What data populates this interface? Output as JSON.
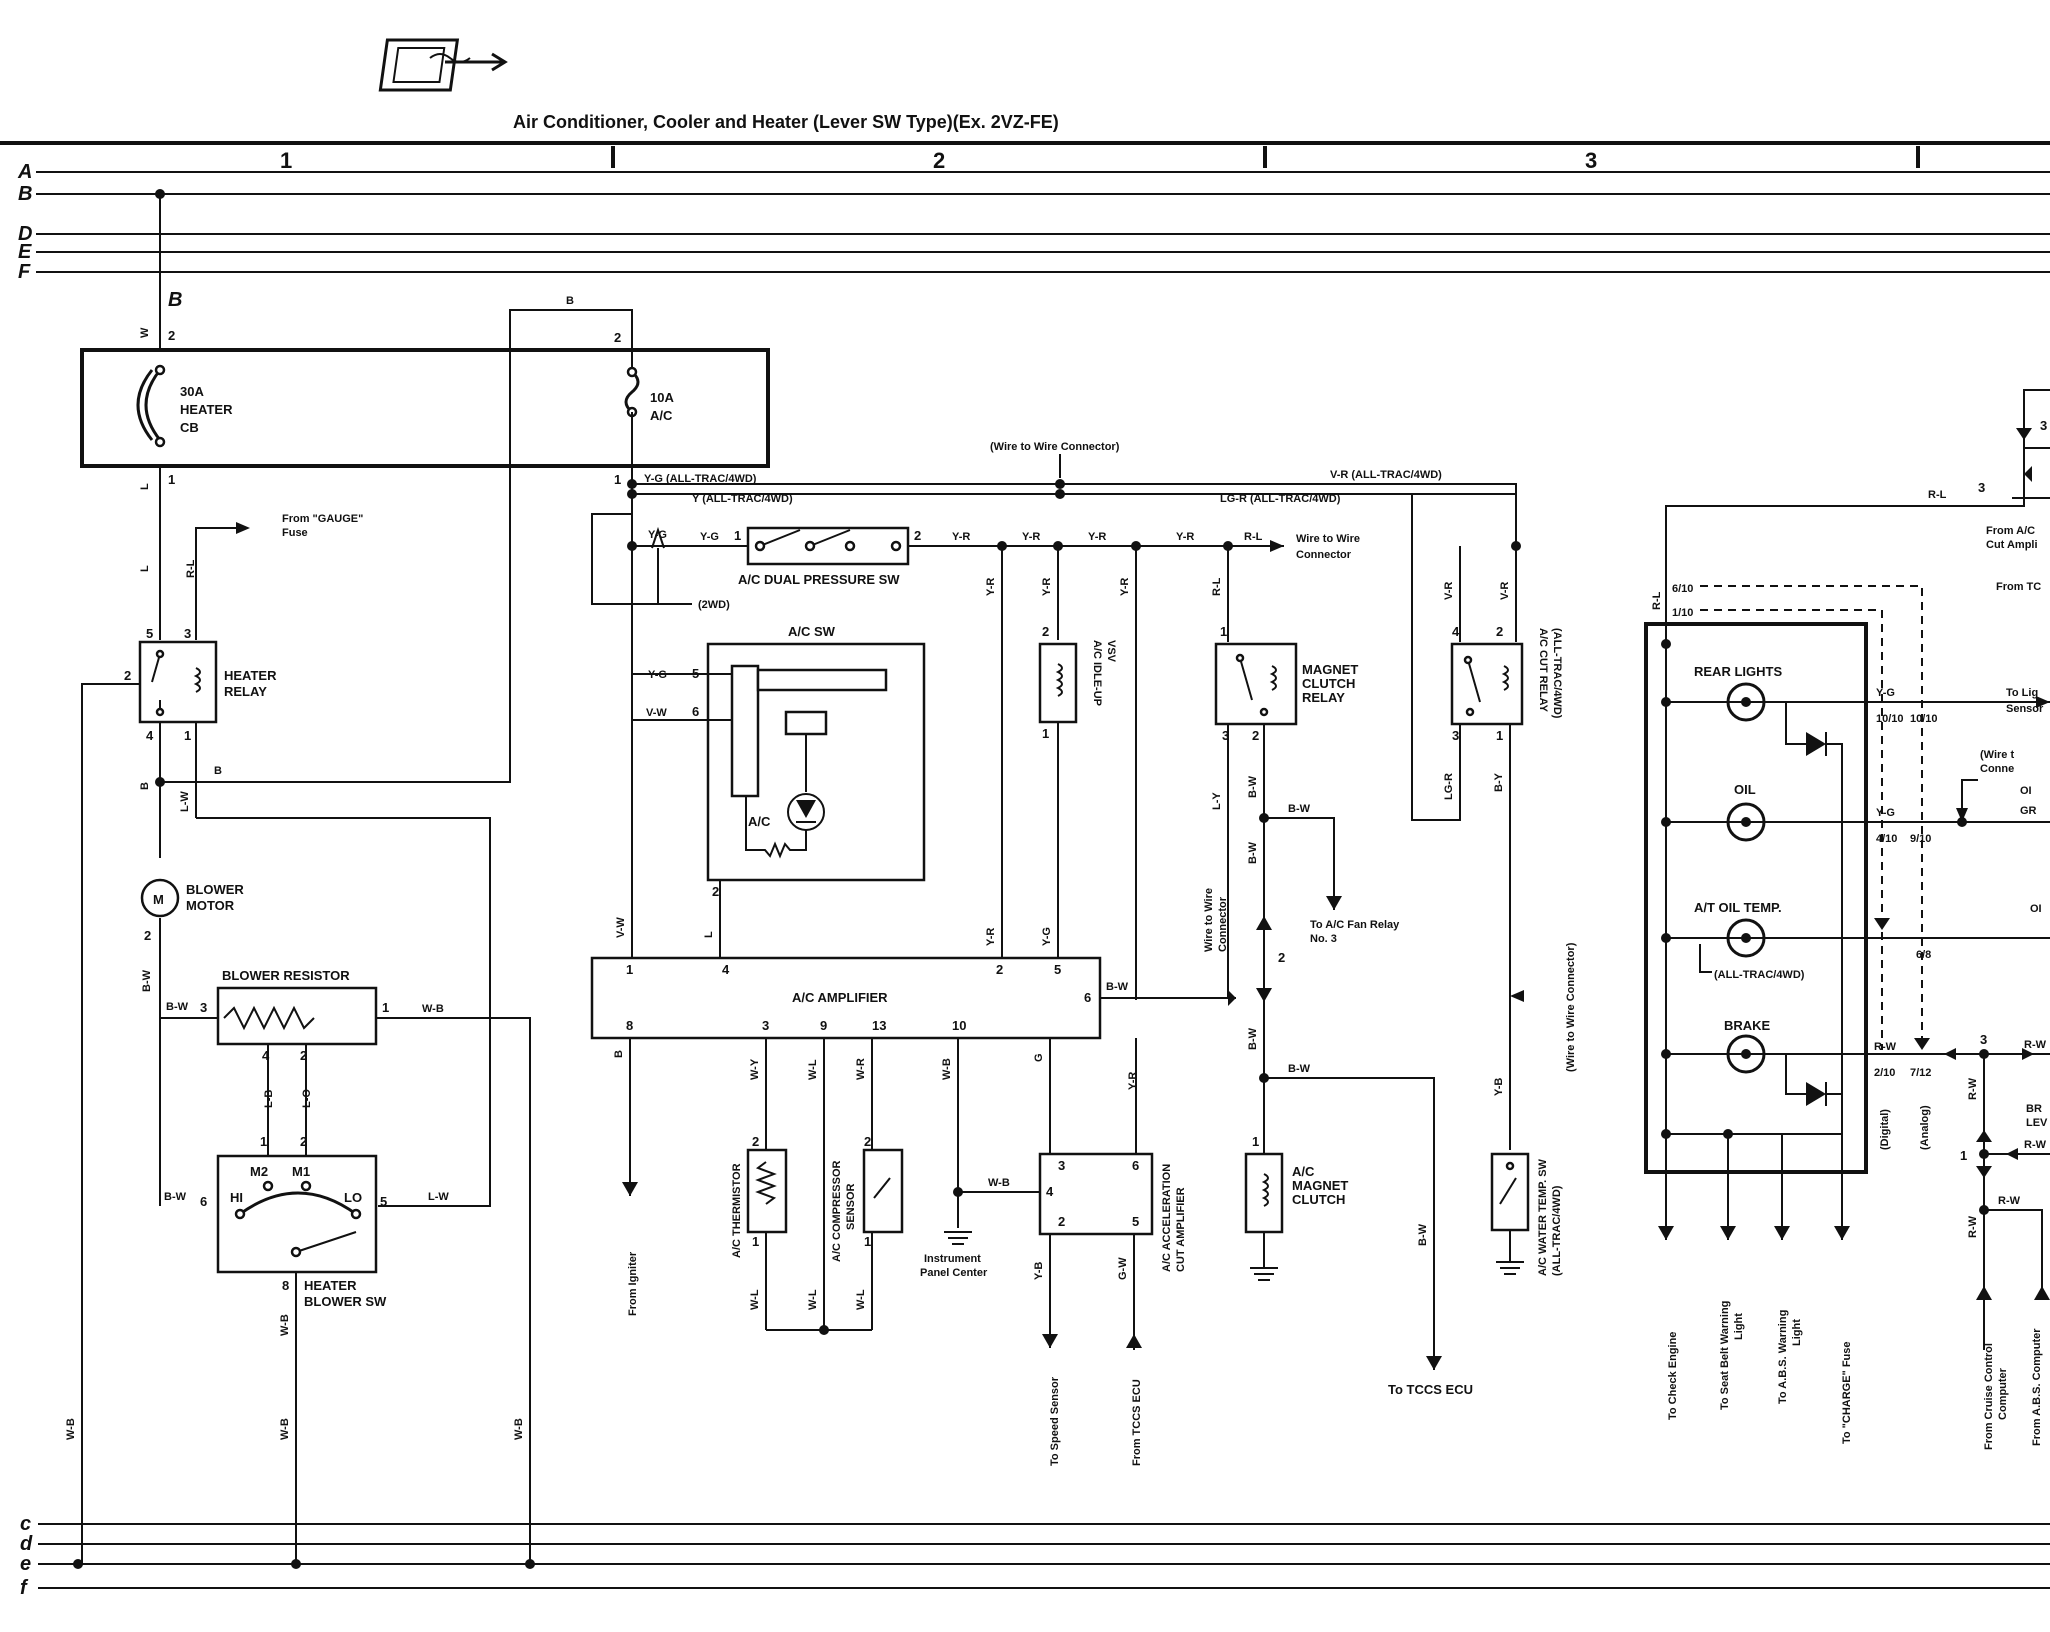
{
  "header": {
    "title": "Air Conditioner, Cooler and Heater (Lever SW Type)(Ex. 2VZ-FE)"
  },
  "grid": {
    "columns": [
      "1",
      "2",
      "3"
    ]
  },
  "buses": {
    "top": [
      "A",
      "B",
      "D",
      "E",
      "F"
    ],
    "bottom": [
      "c",
      "d",
      "e",
      "f"
    ]
  },
  "fuse_box": {
    "heater_cb": [
      "30A",
      "HEATER",
      "CB"
    ],
    "ac_fuse": [
      "10A",
      "A/C"
    ],
    "feed_label": "B"
  },
  "components": {
    "heater_relay": [
      "HEATER",
      "RELAY"
    ],
    "blower_motor": [
      "BLOWER",
      "MOTOR"
    ],
    "motor_symbol": "M",
    "blower_resistor": "BLOWER RESISTOR",
    "heater_blower_sw": [
      "HEATER",
      "BLOWER SW"
    ],
    "dual_pressure_sw": "A/C DUAL PRESSURE SW",
    "ac_sw": "A/C SW",
    "ac_indicator": "A/C",
    "ac_idle_up": [
      "A/C IDLE-UP",
      "VSV"
    ],
    "magnet_clutch_relay": [
      "MAGNET",
      "CLUTCH",
      "RELAY"
    ],
    "ac_cut_relay": [
      "A/C CUT RELAY",
      "(ALL-TRAC/4WD)"
    ],
    "ac_amplifier": "A/C AMPLIFIER",
    "ac_thermistor": "A/C THERMISTOR",
    "ac_compressor_sensor": [
      "A/C COMPRESSOR",
      "SENSOR"
    ],
    "ac_accel_cut": [
      "A/C ACCELERATION",
      "CUT AMPLIFIER"
    ],
    "ac_magnet_clutch": [
      "A/C",
      "MAGNET",
      "CLUTCH"
    ],
    "ac_water_temp_sw": [
      "A/C WATER TEMP. SW",
      "(ALL-TRAC/4WD)"
    ],
    "instrument_panel_center": [
      "Instrument",
      "Panel Center"
    ],
    "combination_meter": {
      "rear_lights": "REAR LIGHTS",
      "oil": "OIL",
      "at_oil_temp": "A/T OIL TEMP.",
      "at_oil_temp_note": "(ALL-TRAC/4WD)",
      "brake": "BRAKE"
    },
    "sw_positions": {
      "hi": "HI",
      "m2": "M2",
      "m1": "M1",
      "lo": "LO"
    }
  },
  "notes": {
    "from_gauge": [
      "From \"GAUGE\"",
      "Fuse"
    ],
    "wire_to_wire_top": "(Wire to Wire Connector)",
    "wire_to_wire_mid": [
      "Wire to Wire",
      "Connector"
    ],
    "wire_to_wire_left": [
      "Wire to Wire",
      "Connector"
    ],
    "wire_to_wire_right": "(Wire to Wire Connector)",
    "two_wd": "(2WD)",
    "to_ac_fan_relay": [
      "To A/C Fan Relay",
      "No. 3"
    ],
    "to_tccs_ecu": "To TCCS ECU",
    "from_igniter": "From Igniter",
    "to_speed_sensor": "To Speed Sensor",
    "from_tccs_ecu": "From TCCS ECU",
    "from_ac_cut_amp": [
      "From A/C",
      "Cut Ampli"
    ],
    "from_tc": "From TC",
    "to_light_sensor": [
      "To Lig",
      "Sensor"
    ],
    "wire_conn_right": [
      "(Wire t",
      "Conne"
    ],
    "to_check_engine": "To Check Engine",
    "to_seat_belt": [
      "To Seat Belt Warning",
      "Light"
    ],
    "to_abs_warning": [
      "To A.B.S. Warning",
      "Light"
    ],
    "to_charge_fuse": "To \"CHARGE\" Fuse",
    "from_cruise": [
      "From Cruise Control",
      "Computer"
    ],
    "from_abs": "From A.B.S. Computer",
    "digital": "(Digital)",
    "analog": "(Analog)",
    "br_lev": [
      "BR",
      "LEV"
    ],
    "oil_right": "OI",
    "gr": "GR"
  },
  "wire_labels": {
    "yg_alltrac": "Y-G (ALL-TRAC/4WD)",
    "y_alltrac": "Y (ALL-TRAC/4WD)",
    "vr_alltrac": "V-R (ALL-TRAC/4WD)",
    "lgr_alltrac": "LG-R (ALL-TRAC/4WD)",
    "W": "W",
    "L": "L",
    "RL": "R-L",
    "B": "B",
    "LW": "L-W",
    "BW": "B-W",
    "WB": "W-B",
    "LB": "L-B",
    "LO": "L-O",
    "YG": "Y-G",
    "YR": "Y-R",
    "VW": "V-W",
    "WY": "W-Y",
    "WL": "W-L",
    "WR": "W-R",
    "G": "G",
    "YB": "Y-B",
    "GW": "G-W",
    "LY": "L-Y",
    "VR": "V-R",
    "LGR": "LG-R",
    "BY": "B-Y",
    "RW": "R-W"
  },
  "pins": {
    "p1": "1",
    "p2": "2",
    "p3": "3",
    "p4": "4",
    "p5": "5",
    "p6": "6",
    "p8": "8",
    "p9": "9",
    "p10": "10",
    "p13": "13",
    "f6_10": "6/10",
    "f1_10": "1/10",
    "f10_10": "10/10",
    "f4_10": "4/10",
    "f9_10": "9/10",
    "f6_8": "6/8",
    "f2_10": "2/10",
    "f7_12": "7/12"
  }
}
